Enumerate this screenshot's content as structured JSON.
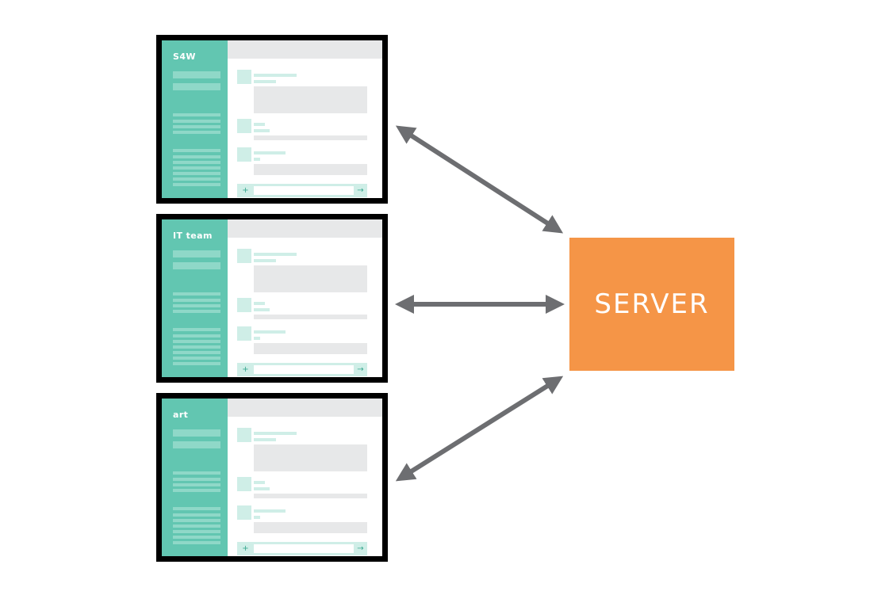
{
  "clients": [
    {
      "team_name": "S4W"
    },
    {
      "team_name": "IT team"
    },
    {
      "team_name": "art"
    }
  ],
  "server": {
    "label": "SERVER"
  },
  "icons": {
    "add": "+",
    "send": "→"
  },
  "colors": {
    "sidebar": "#62c6b1",
    "server": "#f59547",
    "arrow": "#6d6e71",
    "frame": "#000000"
  }
}
